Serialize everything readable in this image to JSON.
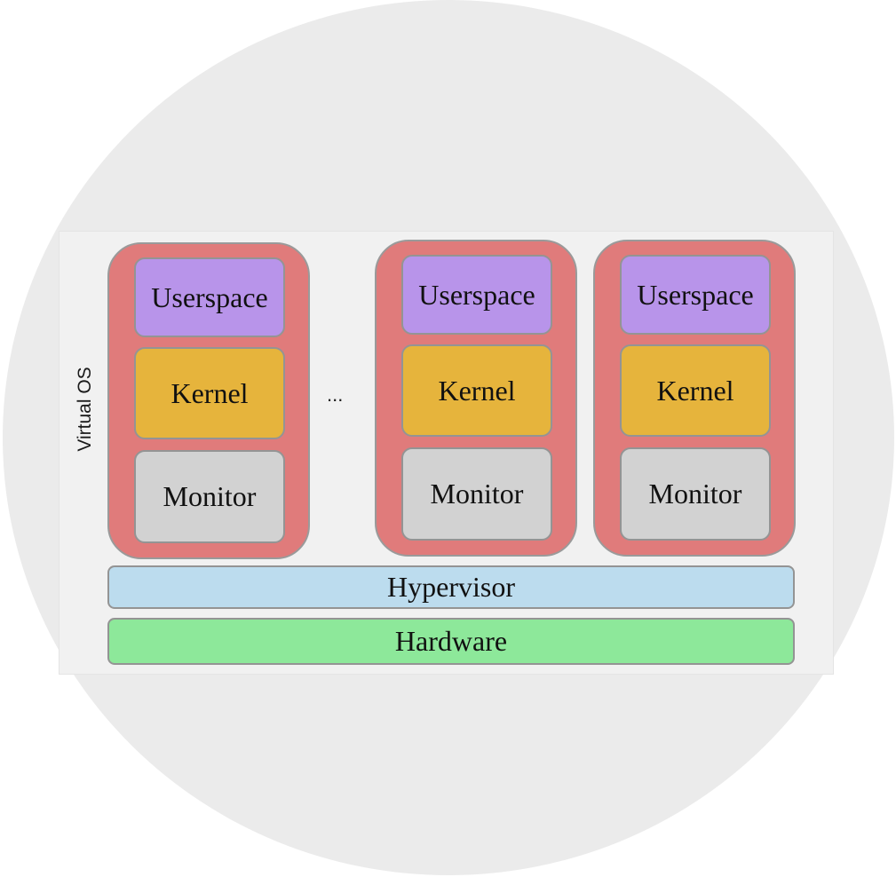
{
  "diagram": {
    "side_label": "Virtual OS",
    "ellipsis": "...",
    "vms": [
      {
        "layers": {
          "userspace": "Userspace",
          "kernel": "Kernel",
          "monitor": "Monitor"
        }
      },
      {
        "layers": {
          "userspace": "Userspace",
          "kernel": "Kernel",
          "monitor": "Monitor"
        }
      },
      {
        "layers": {
          "userspace": "Userspace",
          "kernel": "Kernel",
          "monitor": "Monitor"
        }
      }
    ],
    "hypervisor": "Hypervisor",
    "hardware": "Hardware",
    "colors": {
      "vm_container": "#e07b7b",
      "userspace": "#b894ea",
      "kernel": "#e6b43c",
      "monitor": "#d2d2d2",
      "hypervisor": "#bcdcee",
      "hardware": "#8de89a"
    }
  }
}
